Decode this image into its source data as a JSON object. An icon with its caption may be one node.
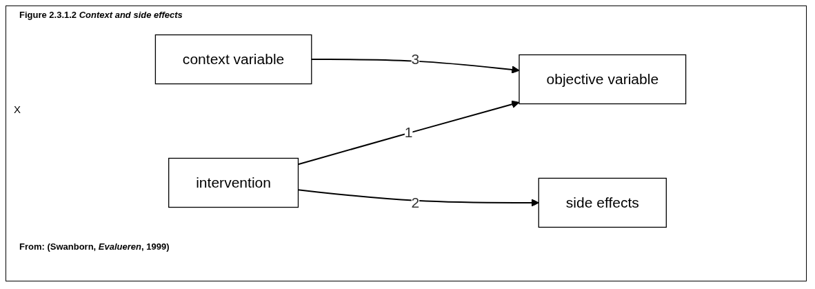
{
  "diagram": {
    "title": "Figure 2.3.1.2 *Context and side effects*",
    "caption": "From: (Swanborn, *Evalueren*, 1999)",
    "nodes": [
      {
        "text": [
          "intervention"
        ]
      },
      {
        "text": [
          "objective variable"
        ]
      },
      {
        "text": [
          "context variable"
        ]
      },
      {
        "text": [
          "side effects"
        ]
      }
    ],
    "edges": [
      {
        "from": 0,
        "to": 1,
        "arrow": "to",
        "label": "1"
      },
      {
        "from": 0,
        "to": 3,
        "arrow": "to",
        "label": "2"
      },
      {
        "from": 2,
        "to": 1,
        "arrow": "to",
        "label": "3"
      }
    ],
    "labels": [
      "X"
    ]
  }
}
